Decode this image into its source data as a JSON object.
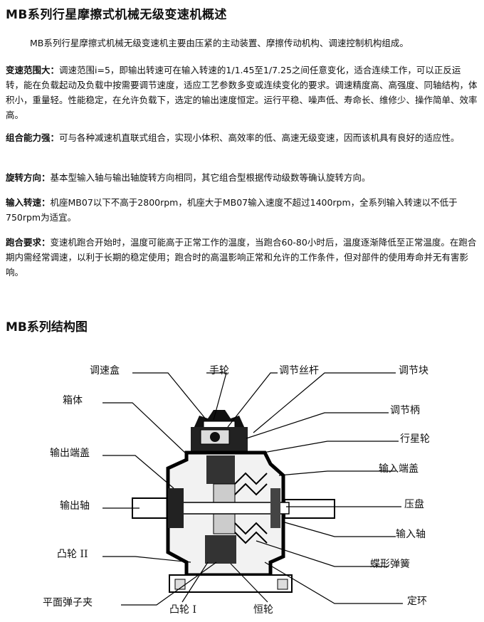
{
  "title": "MB系列行星摩擦式机械无级变速机概述",
  "intro": "MB系列行星摩擦式机械无级变速机主要由压紧的主动装置、摩擦传动机构、调速控制机构组成。",
  "sections": [
    {
      "term": "变速范围大：",
      "text": "调速范围i=5，即输出转速可在输入转速的1/1.45至1/7.25之间任意变化，适合连续工作，可以正反运转，能在负载起动及负载中按需要调节速度，适应工艺参数多变或连续变化的要求。调速精度高、高强度、同轴结构，体积小，重量轻。性能稳定，在允许负载下，选定的输出速度恒定。运行平稳、噪声低、寿命长、维修少、操作简单、效率高。"
    },
    {
      "term": "组合能力强：",
      "text": "可与各种减速机直联式组合，实现小体积、高效率的低、高速无级变速，因而该机具有良好的适应性。"
    },
    {
      "term": "旋转方向：",
      "text": "基本型输入轴与输出轴旋转方向相同，其它组合型根据传动级数等确认旋转方向。"
    },
    {
      "term": "输入转速：",
      "text": "机座MB07以下不高于2800rpm，机座大于MB07输入速度不超过1400rpm，全系列输入转速以不低于750rpm为适宜。"
    },
    {
      "term": "跑合要求：",
      "text": "变速机跑合开始时，温度可能高于正常工作的温度，当跑合60-80小时后，温度逐渐降低至正常温度。在跑合期内需经常调速，以利于长期的稳定使用；跑合时的高温影响正常和允许的工作条件，但对部件的使用寿命并无有害影响。"
    }
  ],
  "diagram_title": "MB系列结构图",
  "labels": {
    "tiaosuhe": "调速盒",
    "shoulun": "手轮",
    "tiaojiesigan": "调节丝杆",
    "tiaojiekuai": "调节块",
    "xiangti": "箱体",
    "tiaojiebing": "调节柄",
    "xingxinglun": "行星轮",
    "shuchuduangai": "输出端盖",
    "shuruduangai": "输入端盖",
    "shuchuzhou": "输出轴",
    "yapan": "压盘",
    "shuruzhou": "输入轴",
    "tulun2": "凸轮 II",
    "diexingtanhuang": "蝶形弹簧",
    "pingmiantanzijia": "平面弹子夹",
    "tulun1": "凸轮 I",
    "henglun": "恒轮",
    "dinghuan": "定环"
  }
}
